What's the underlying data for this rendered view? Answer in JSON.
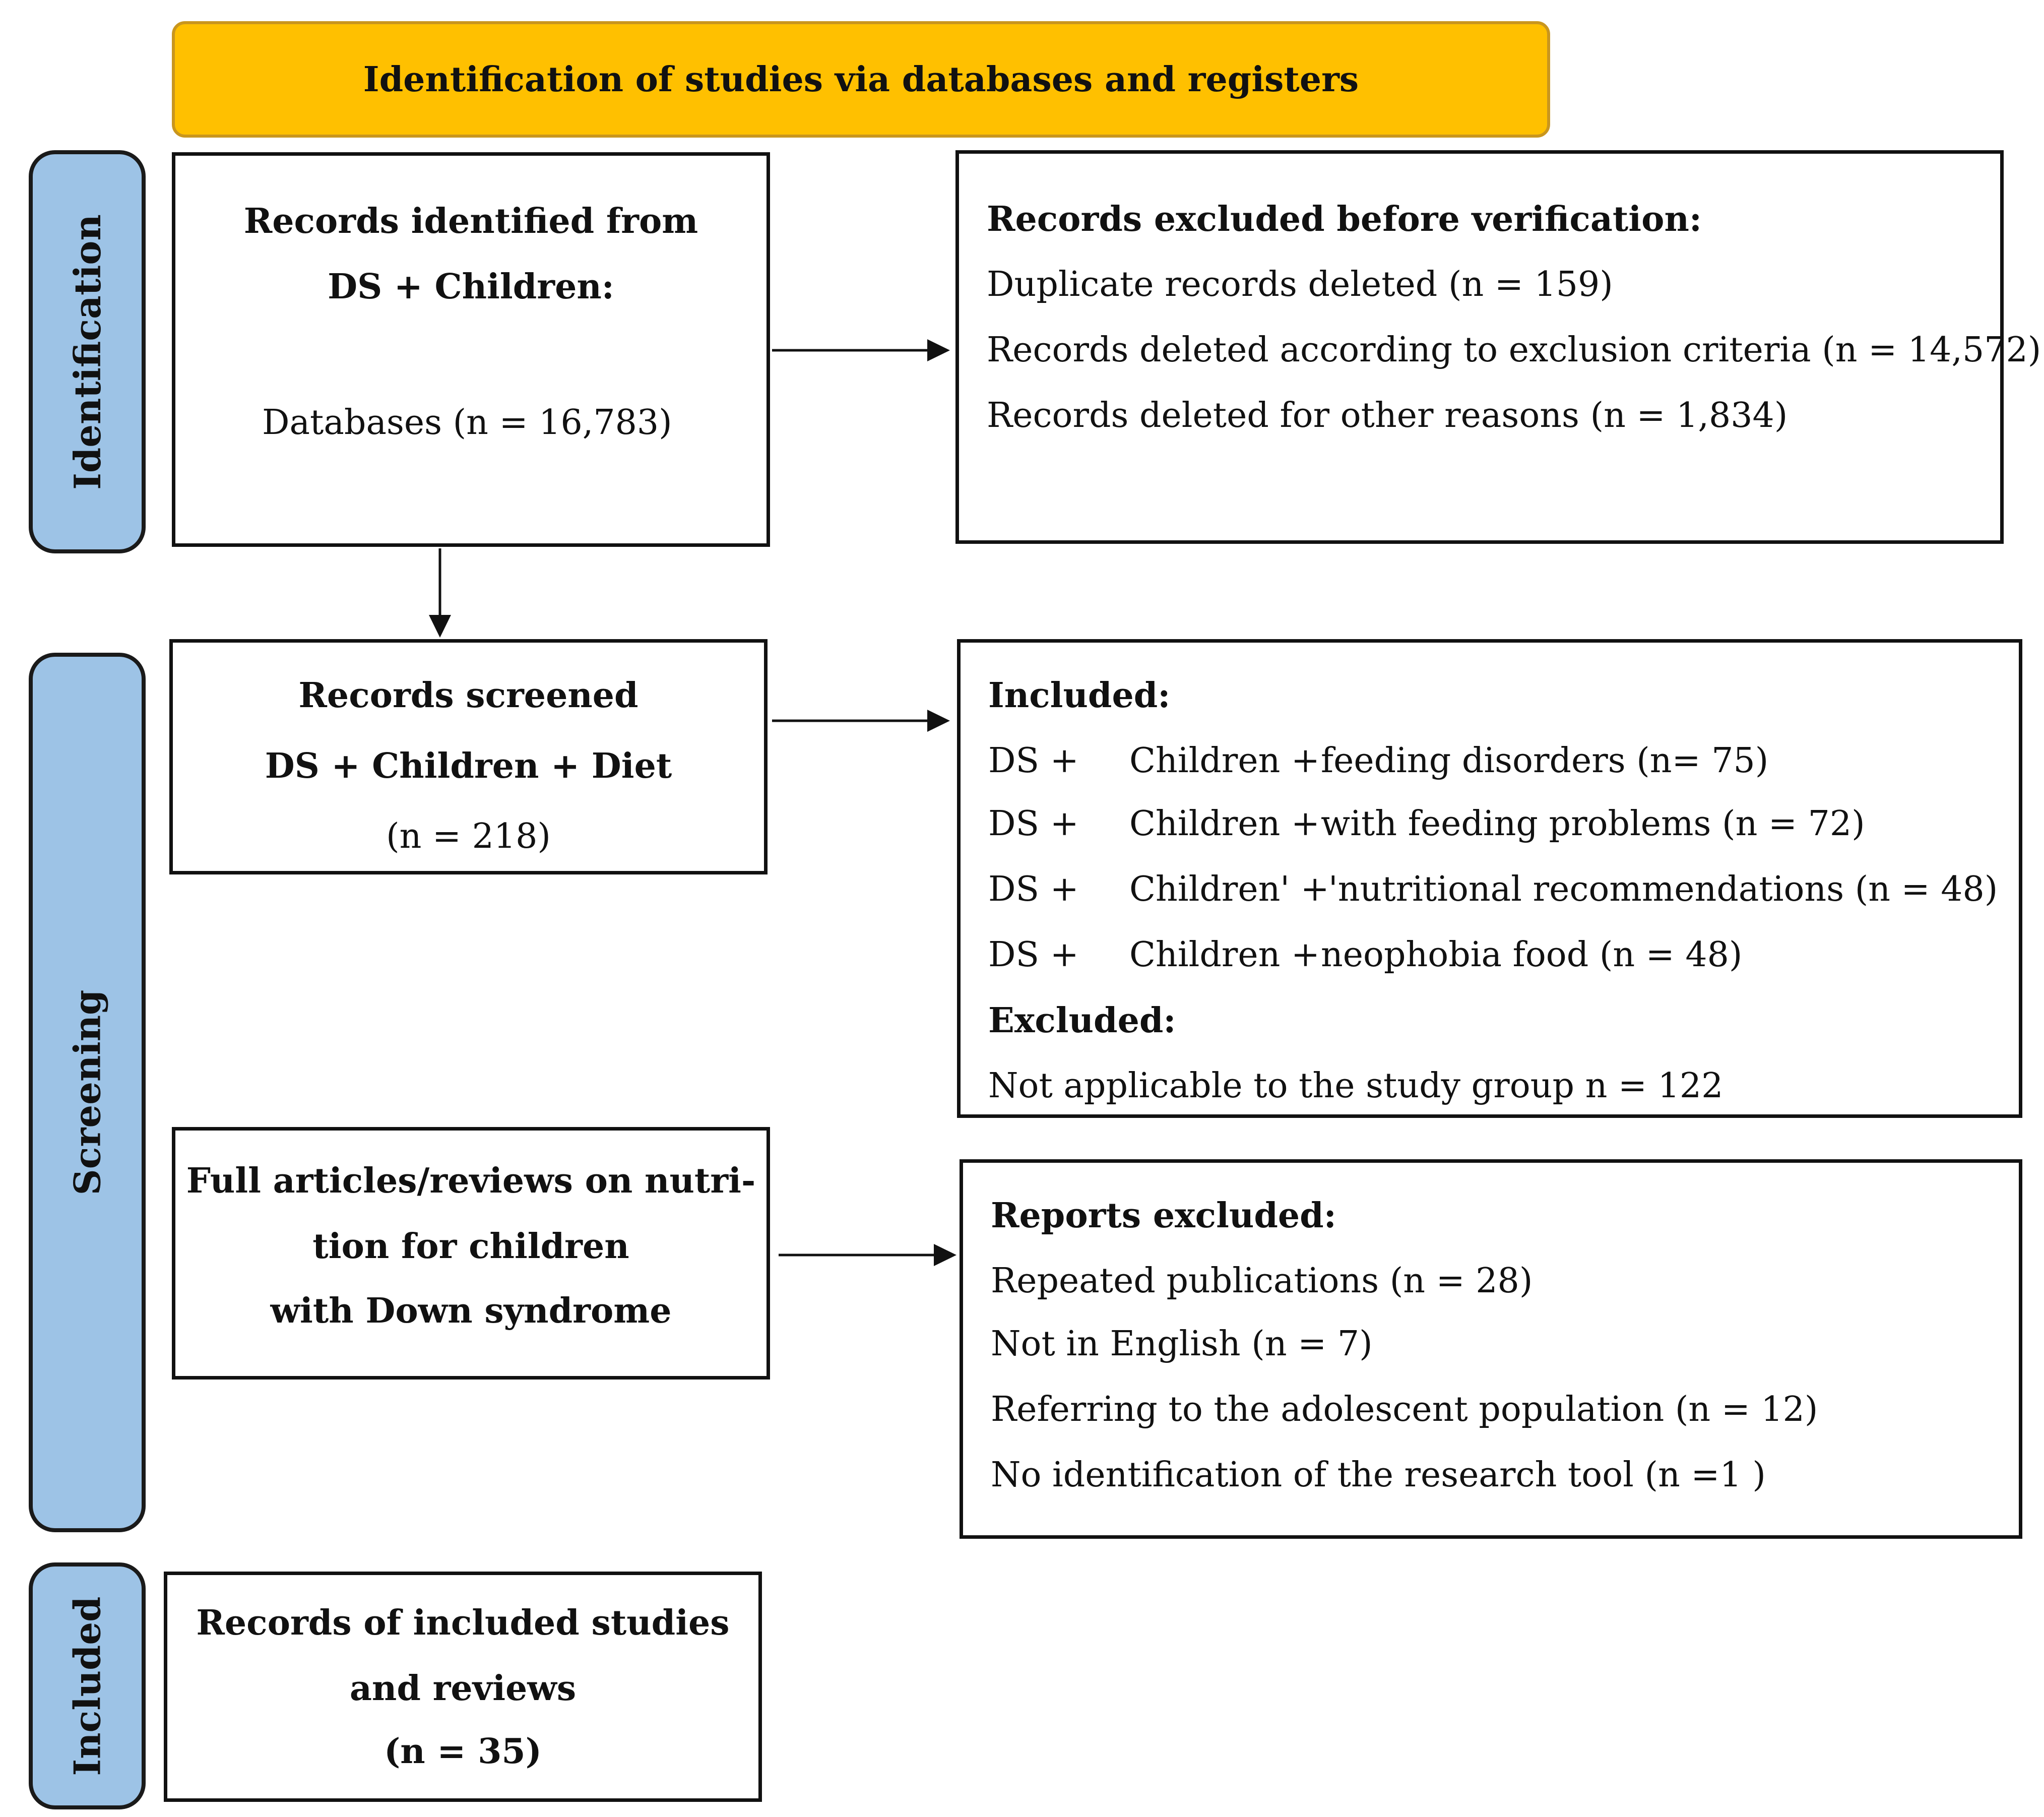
{
  "header": {
    "title": "Identification of studies via databases and registers"
  },
  "phases": {
    "identification": "Identification",
    "screening": "Screening",
    "included": "Included"
  },
  "identified": {
    "title_line1": "Records identified from",
    "title_line2": "DS + Children:",
    "databases": "Databases (n = 16,783)"
  },
  "excluded_before": {
    "title": "Records excluded before verification:",
    "items": [
      "Duplicate records deleted (n = 159)",
      "Records deleted according to exclusion criteria (n = 14,572)",
      "Records deleted for other reasons (n = 1,834)"
    ]
  },
  "screened": {
    "line1": "Records screened",
    "line2": "DS + Children + Diet",
    "line3": "(n = 218)"
  },
  "screening_results": {
    "included_title": "Included:",
    "rows": [
      {
        "a": "DS +",
        "b": "Children +",
        "c": "feeding disorders (n= 75)"
      },
      {
        "a": "DS +",
        "b": "Children +",
        "c": "with feeding problems (n = 72)"
      },
      {
        "a": "DS +",
        "b": "Children' +",
        "c": "'nutritional recommendations (n = 48)"
      },
      {
        "a": "DS +",
        "b": "Children +",
        "c": "neophobia food (n = 48)"
      }
    ],
    "excluded_title": "Excluded:",
    "excluded_text": "Not applicable to the study group n = 122"
  },
  "full_articles": {
    "line1": "Full articles/reviews on nutri-",
    "line2": "tion for children",
    "line3": "with Down syndrome"
  },
  "reports_excluded": {
    "title": "Reports excluded:",
    "items": [
      "Repeated publications (n = 28)",
      "Not in English (n = 7)",
      "Referring to the adolescent population (n = 12)",
      "No identification of the research tool (n =1 )"
    ]
  },
  "included_studies": {
    "line1": "Records of included studies",
    "line2": "and reviews",
    "line3": "(n = 35)"
  }
}
